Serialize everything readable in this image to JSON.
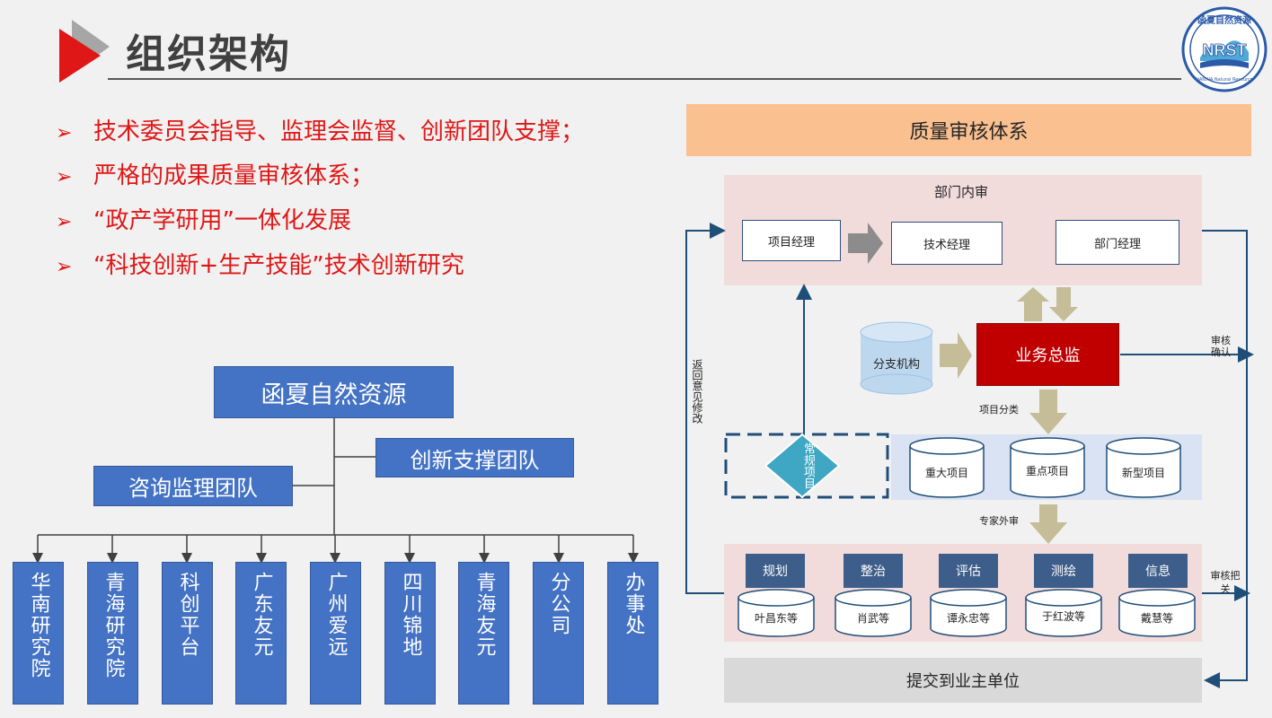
{
  "title": "组织架构",
  "logo": {
    "top_text": "函夏自然资源",
    "main_text": "NRST",
    "bottom_text": "HANXIA Natural Resource"
  },
  "bullets": [
    "技术委员会指导、监理会监督、创新团队支撑；",
    "严格的成果质量审核体系；",
    "“政产学研用”一体化发展",
    "“科技创新+生产技能”技术创新研究"
  ],
  "bullet_marker": "➢",
  "org": {
    "root": "函夏自然资源",
    "innovation": "创新支撑团队",
    "consulting": "咨询监理团队",
    "branches": [
      "华南研究院",
      "青海研究院",
      "科创平台",
      "广东友元",
      "广州爱远",
      "四川锦地",
      "青海友元",
      "分公司",
      "办事处"
    ]
  },
  "quality": {
    "header": "质量审核体系",
    "dept_title": "部门内审",
    "dept_items": [
      "项目经理",
      "技术经理",
      "部门经理"
    ],
    "branch": "分支机构",
    "director": "业务总监",
    "audit_confirm": "审核确认",
    "classify": "项目分类",
    "regular": "常规项目",
    "projects": [
      "重大项目",
      "重点项目",
      "新型项目"
    ],
    "expert": "专家外审",
    "categories": [
      "规划",
      "整治",
      "评估",
      "测绘",
      "信息"
    ],
    "experts": [
      "叶昌东等",
      "肖武等",
      "谭永忠等",
      "于红波等",
      "戴慧等"
    ],
    "audit_gate": "审核把关",
    "return_note": "返回意见修改",
    "submit": "提交到业主单位"
  },
  "colors": {
    "accent_red": "#e01717",
    "box_blue": "#4472c4",
    "dark_red": "#c00000",
    "header_orange": "#fac090",
    "pink_panel": "#f2dcdb",
    "light_blue_panel": "#dae3f3",
    "tan_arrow": "#c4bd97",
    "navy": "#1f4e79"
  }
}
